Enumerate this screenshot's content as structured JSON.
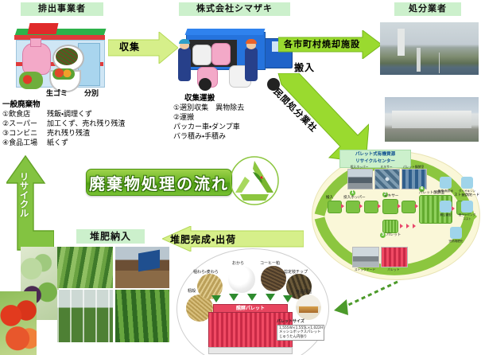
{
  "diagram": {
    "title": "廃棄物処理の流れ",
    "headers": {
      "emitter": "排出事業者",
      "collector": "株式会社シマザキ",
      "disposer": "処分業者"
    },
    "store": {
      "label_nama_gomi": "生ゴミ",
      "label_bunbetsu": "分別"
    },
    "general_waste": {
      "heading": "一般廃棄物",
      "rows": [
        {
          "source": "①飲食店",
          "waste": "残飯・調理くず"
        },
        {
          "source": "②スーパー",
          "waste": "加工くず、売れ残り残渣"
        },
        {
          "source": "③コンビニ",
          "waste": "売れ残り残渣"
        },
        {
          "source": "④食品工場",
          "waste": "紙くず"
        }
      ]
    },
    "collection_transport": {
      "heading": "収集運搬",
      "lines": [
        "①選別収集　異物除去",
        "②運搬",
        "パッカー車・ダンプ車",
        "バラ積み・手積み"
      ]
    },
    "arrows": {
      "shuushuu": "収集",
      "incineration": "各市町村焼却施設",
      "hannyuu": "搬入",
      "private_disposer": "民間処分業社",
      "recycle": "リサイクル",
      "compost_ship": "堆肥完成・出荷",
      "compost_deliver": "堆肥納入"
    },
    "recycle_center": {
      "name": "パレット式有機資源\nリサイクルセンター",
      "flow_steps": [
        {
          "num": "",
          "label": "搬入"
        },
        {
          "num": "1",
          "label": "投入ホッパー"
        },
        {
          "num": "2",
          "label": "ミキサー"
        },
        {
          "num": "4",
          "label": "パレット醗酵室"
        },
        {
          "num": "",
          "label": "ストックヤード"
        },
        {
          "num": "3",
          "label": "パレット"
        }
      ],
      "thumbs": [
        {
          "caption": "投入ホッパー"
        },
        {
          "caption": "ミキサー"
        },
        {
          "caption": "パレット醗酵室"
        },
        {
          "caption": "ストックヤード"
        },
        {
          "caption": "パレット"
        }
      ],
      "benefit_icons": [
        {
          "label": "無臭・無排水"
        },
        {
          "label": "ダイオキシン\n発生なし"
        },
        {
          "label": "無公害型"
        },
        {
          "label": "低ランニング\nコスト"
        },
        {
          "label": "完熟堆肥化"
        }
      ]
    },
    "pallet_panel": {
      "center_label": "醗酵パレット",
      "ingredients": [
        "籾殻",
        "稲わら・麦わら",
        "おから",
        "コーヒー粕",
        "剪定枝チップ",
        "食品残渣"
      ],
      "size_title": "パレットサイズ",
      "size_spec": "1,555W×1,555L×1,022H\nメッシュボックスパレット\nじゅうたん内張り"
    },
    "colors": {
      "arrow_green": "#9ada2f",
      "ring_green": "#8cc63f",
      "chip_green": "#ccf0cc",
      "title_green": "#6fb728",
      "accent_red": "#e8455f"
    }
  }
}
